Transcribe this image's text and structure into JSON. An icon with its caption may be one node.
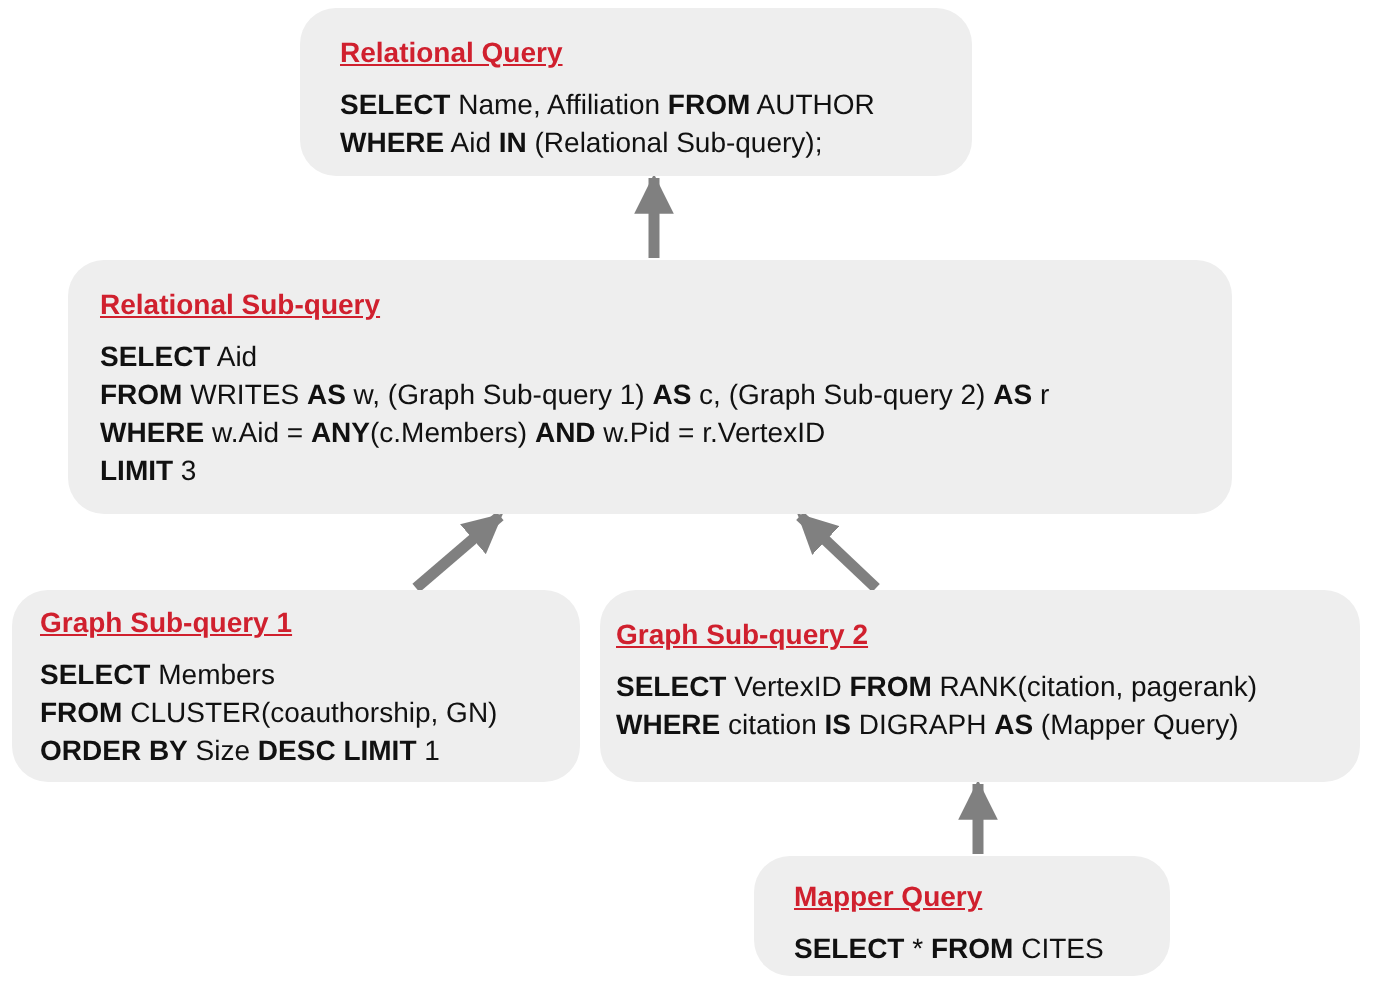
{
  "diagram": {
    "nodes": [
      {
        "text": [
          "Relational Query",
          "**SELECT** Name, Affiliation **FROM** AUTHOR",
          "**WHERE** Aid **IN** (Relational Sub-query);"
        ]
      },
      {
        "text": [
          "Relational Sub-query",
          "**SELECT** Aid",
          "**FROM** WRITES **AS** w, (Graph Sub-query 1) **AS** c, (Graph Sub-query 2) **AS** r",
          "**WHERE** w.Aid = **ANY**(c.Members) **AND** w.Pid = r.VertexID",
          "**LIMIT** 3"
        ]
      },
      {
        "text": [
          "Graph Sub-query 1",
          "**SELECT** Members",
          "**FROM** CLUSTER(coauthorship, GN)",
          "**ORDER BY** Size **DESC LIMIT** 1"
        ]
      },
      {
        "text": [
          "Graph Sub-query 2",
          "**SELECT** VertexID **FROM** RANK(citation, pagerank)",
          "**WHERE** citation **IS** DIGRAPH **AS** (Mapper Query)"
        ]
      },
      {
        "text": [
          "Mapper Query",
          "**SELECT** * **FROM** CITES"
        ]
      }
    ],
    "edges": [
      {
        "from": 1,
        "to": 0,
        "arrow": "to"
      },
      {
        "from": 2,
        "to": 1,
        "arrow": "to"
      },
      {
        "from": 3,
        "to": 1,
        "arrow": "to"
      },
      {
        "from": 4,
        "to": 3,
        "arrow": "to"
      }
    ]
  }
}
